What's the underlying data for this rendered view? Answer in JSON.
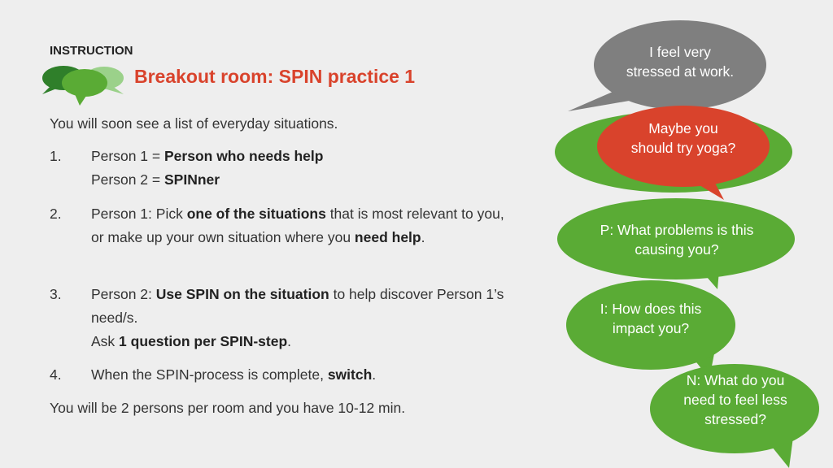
{
  "header": {
    "label": "INSTRUCTION",
    "title": "Breakout room: SPIN practice 1"
  },
  "intro": "You will soon see a list of everyday situations.",
  "steps": [
    {
      "number": "1.",
      "l1a": "Person 1 = ",
      "l1b": "Person who needs help",
      "l2a": "Person 2 = ",
      "l2b": "SPINner"
    },
    {
      "number": "2.",
      "a": "Person 1: Pick ",
      "b": "one of the situations",
      "c": " that is most relevant to you, or make up your own situation where you ",
      "d": "need help",
      "e": "."
    },
    {
      "number": "3.",
      "a": "Person 2: ",
      "b": "Use SPIN on the situation",
      "c": " to help discover Person 1’s need/s.",
      "d": "Ask ",
      "e": "1 question per SPIN-step",
      "f": "."
    },
    {
      "number": "4.",
      "a": "When the SPIN-process is complete, ",
      "b": "switch",
      "c": "."
    }
  ],
  "outro": "You will be 2 persons per room and you have 10-12 min.",
  "bubbles": {
    "grey": "I feel very stressed at work.",
    "red": "Maybe you should try yoga?",
    "p": "P: What problems is this causing you?",
    "i": "I: How does this impact you?",
    "n": "N: What do you need to feel less stressed?"
  },
  "colors": {
    "accent": "#d9432c",
    "green": "#5aab35",
    "grey": "#7f7f7f",
    "red": "#d9432c"
  }
}
